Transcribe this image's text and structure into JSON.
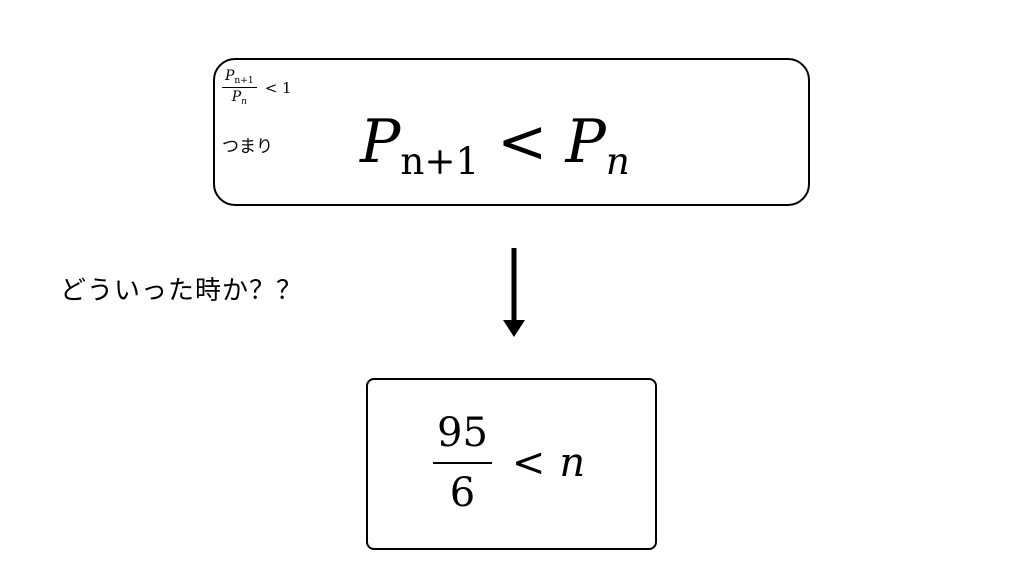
{
  "top_box": {
    "ratio": {
      "num_base": "P",
      "num_sub": "n+1",
      "den_base": "P",
      "den_sub": "n",
      "rel": "< 1"
    },
    "tsumari": "つまり",
    "inequality": {
      "lhs_base": "P",
      "lhs_sub": "n+1",
      "op": "<",
      "rhs_base": "P",
      "rhs_sub": "n"
    }
  },
  "question": "どういった時か？？",
  "bottom_box": {
    "frac_num": "95",
    "frac_den": "6",
    "op": "<",
    "var": "n"
  }
}
